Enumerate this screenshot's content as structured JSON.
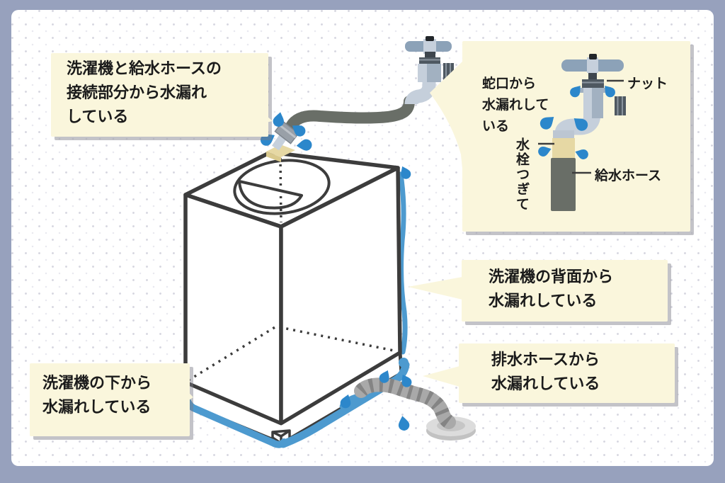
{
  "callouts": {
    "supply_connection": {
      "lines": [
        "洗濯機と給水ホースの",
        "接続部分から水漏れ",
        "している"
      ]
    },
    "under_machine": {
      "lines": [
        "洗濯機の下から",
        "水漏れしている"
      ]
    },
    "back_of_machine": {
      "lines": [
        "洗濯機の背面から",
        "水漏れしている"
      ]
    },
    "drain_hose": {
      "lines": [
        "排水ホースから",
        "水漏れしている"
      ]
    }
  },
  "panel": {
    "caption_lines": [
      "蛇口から",
      "水漏れして",
      "いる"
    ],
    "labels": {
      "nut": "ナット",
      "connector": "水栓つぎて",
      "supply_hose": "給水ホース"
    }
  },
  "icons": [
    "faucet-icon",
    "water-drop-icon",
    "washing-machine-icon",
    "supply-hose-icon",
    "drain-hose-icon",
    "floor-drain-icon"
  ],
  "colors": {
    "frame": "#97A1BD",
    "callout_bg": "#FAF6DC",
    "text": "#1B1B1B",
    "outline": "#3C3C3C",
    "water_drop": "#2C87CB",
    "water_pool": "#4D9ACF",
    "hose_dark": "#696E67",
    "drain_hose": "#A9A9A9",
    "drain_hose_stripe": "#848484",
    "faucet_light": "#C5CFDB",
    "faucet_mid": "#A2B1C1",
    "faucet_handle": "#8CA2B8",
    "metal_dark": "#4E5861",
    "metal_cap": "#22262A",
    "beige": "#E6D8A4",
    "pale_tube": "#C6D0DC",
    "drain_gray": "#DCDCDC"
  }
}
